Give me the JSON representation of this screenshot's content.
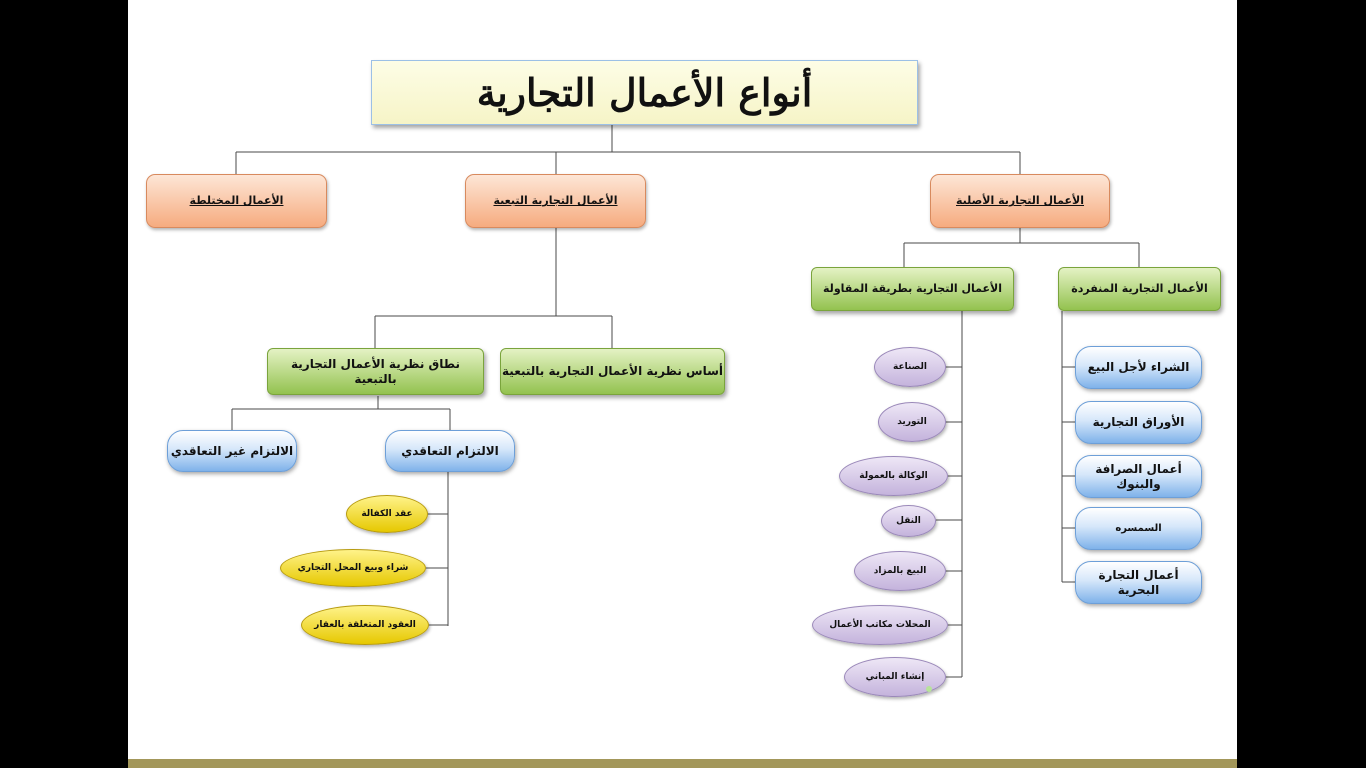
{
  "title": "أنواع الأعمال التجارية",
  "level1": {
    "original": "الأعمال التجارية الأصلية",
    "dependent": "الأعمال التجارية التبعية",
    "mixed": "الأعمال المختلطة"
  },
  "original_branch": {
    "individual": {
      "label": "الأعمال التجارية المنفردة",
      "items": [
        "الشراء لأجل البيع",
        "الأوراق التجارية",
        "أعمال الصرافة والبنوك",
        "السمسره",
        "أعمال التجارة البحرية"
      ]
    },
    "enterprise": {
      "label": "الأعمال التجارية بطريقة المقاولة",
      "items": [
        "الصناعة",
        "التوريد",
        "الوكالة بالعمولة",
        "النقل",
        "البيع بالمزاد",
        "المحلات مكاتب الأعمال",
        "إنشاء المباني"
      ]
    }
  },
  "dependent_branch": {
    "basis": "أساس نظرية الأعمال التجارية بالتبعية",
    "scope": "نطاق نظرية الأعمال التجارية بالتبعية",
    "contractual": {
      "label": "الالتزام التعاقدي",
      "items": [
        "عقد الكفالة",
        "شراء وبيع المحل التجاري",
        "العقود المتعلقة بالعقار"
      ]
    },
    "non_contractual": "الالتزام غير التعاقدي"
  }
}
